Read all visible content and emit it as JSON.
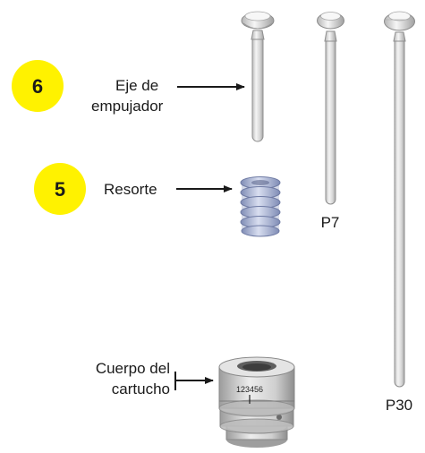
{
  "callouts": [
    {
      "number": "6",
      "label_lines": [
        "Eje de",
        "empujador"
      ],
      "color": "#fff200"
    },
    {
      "number": "5",
      "label_lines": [
        "Resorte"
      ],
      "color": "#fff200"
    }
  ],
  "parts": {
    "pin_p7": "P7",
    "pin_p30": "P30",
    "cartridge_label_lines": [
      "Cuerpo del",
      "cartucho"
    ],
    "cartridge_marking": "123456"
  },
  "colors": {
    "metal_light": "#f1f1f1",
    "metal_mid": "#cfcfcf",
    "metal_dark": "#9a9a9a",
    "spring_blue": "#a9b6d9",
    "arrow": "#1a1a1a"
  }
}
